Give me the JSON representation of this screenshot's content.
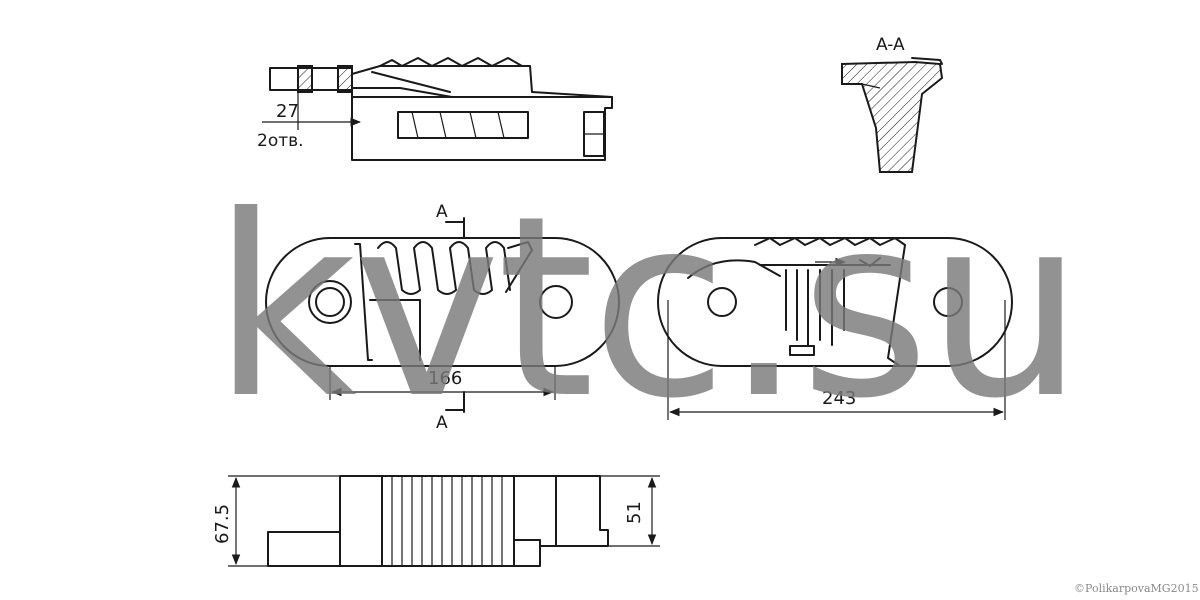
{
  "dimensions": {
    "hole_offset": "27",
    "hole_count": "2отв.",
    "hole_spacing": "166",
    "overall_length": "243",
    "width_total": "67.5",
    "width_body": "51"
  },
  "section": {
    "marker_top": "A",
    "marker_bottom": "A",
    "title": "A-A"
  },
  "watermark": "kvtc.su",
  "copyright": "©PolikarpovaMG2015",
  "colors": {
    "line": "#1a1a1a",
    "watermark": "#7a7a7a"
  }
}
